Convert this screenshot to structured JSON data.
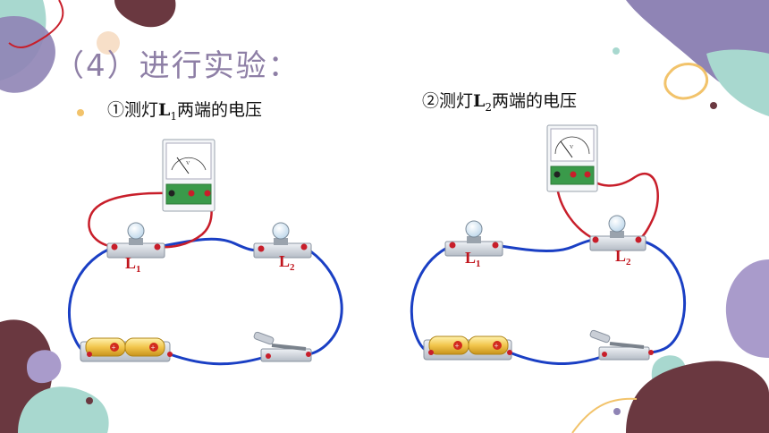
{
  "heading": "（4）进行实验：",
  "experiment1": {
    "caption_prefix": "①测灯",
    "caption_letter": "L",
    "caption_sub": "1",
    "caption_suffix": "两端的电压",
    "lamp_a_letter": "L",
    "lamp_a_sub": "1",
    "lamp_b_letter": "L",
    "lamp_b_sub": "2"
  },
  "experiment2": {
    "caption_prefix": "②测灯",
    "caption_letter": "L",
    "caption_sub": "2",
    "caption_suffix": "两端的电压",
    "lamp_a_letter": "L",
    "lamp_a_sub": "1",
    "lamp_b_letter": "L",
    "lamp_b_sub": "2"
  },
  "voltmeter_unit": "V",
  "colors": {
    "wire_blue": "#1a3fc4",
    "wire_red": "#c81e2a",
    "label_red": "#c0141c",
    "heading": "#8e7fa6"
  }
}
